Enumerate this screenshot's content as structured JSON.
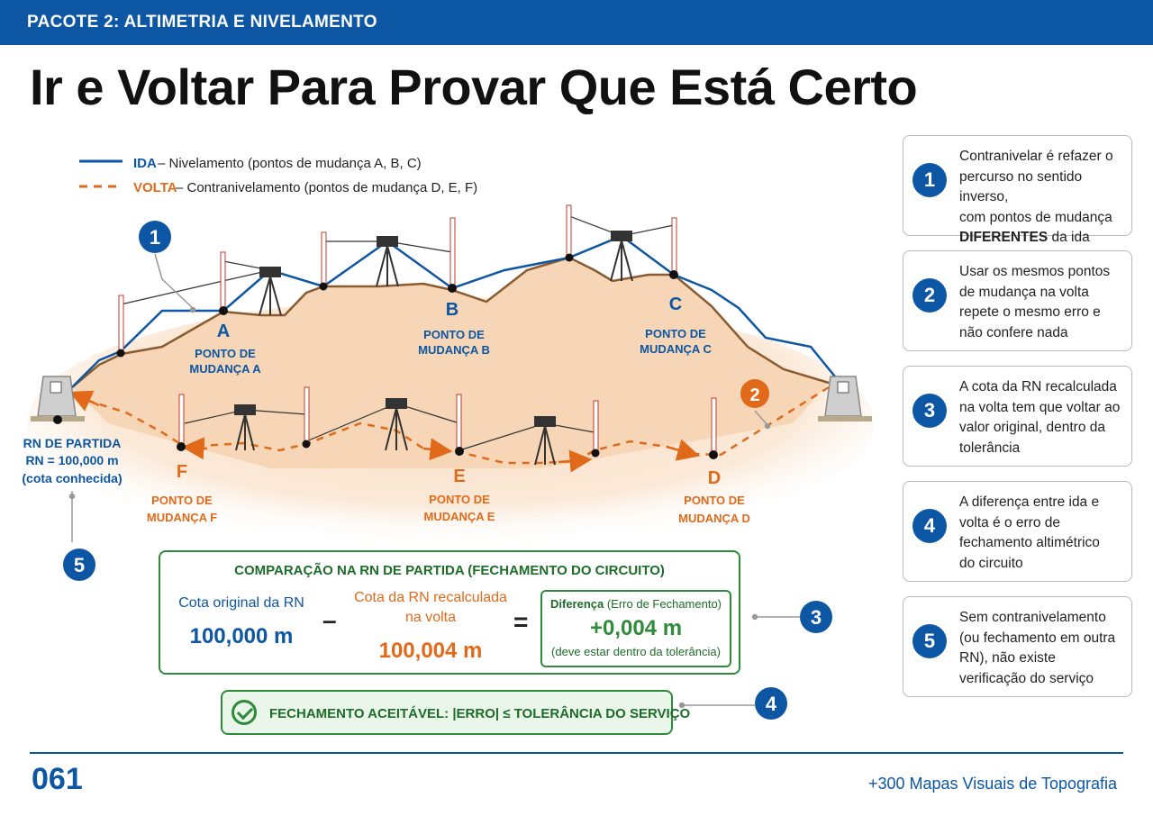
{
  "header": {
    "pack_label": "PACOTE 2: ALTIMETRIA E NIVELAMENTO"
  },
  "title": "Ir e Voltar Para Provar Que Está Certo",
  "legend": {
    "ida": {
      "name": "IDA",
      "desc": " – Nivelamento (pontos de mudança A, B, C)"
    },
    "volta": {
      "name": "VOLTA",
      "desc": " – Contranivelamento (pontos de mudança D, E, F)"
    }
  },
  "diagram": {
    "points": {
      "A": {
        "letter": "A",
        "label1": "PONTO DE",
        "label2": "MUDANÇA A"
      },
      "B": {
        "letter": "B",
        "label1": "PONTO DE",
        "label2": "MUDANÇA B"
      },
      "C": {
        "letter": "C",
        "label1": "PONTO DE",
        "label2": "MUDANÇA C"
      },
      "D": {
        "letter": "D",
        "label1": "PONTO DE",
        "label2": "MUDANÇA D"
      },
      "E": {
        "letter": "E",
        "label1": "PONTO DE",
        "label2": "MUDANÇA E"
      },
      "F": {
        "letter": "F",
        "label1": "PONTO DE",
        "label2": "MUDANÇA F"
      }
    },
    "rn": {
      "line1": "RN DE PARTIDA",
      "line2": "RN = 100,000 m",
      "line3": "(cota conhecida)"
    },
    "badges": [
      "1",
      "2",
      "3",
      "4",
      "5"
    ]
  },
  "cards": [
    {
      "num": "1",
      "l1": "Contranivelar é refazer o",
      "l2": "percurso no sentido inverso,",
      "l3": "com pontos de mudança",
      "l4_bold": "DIFERENTES",
      "l4_rest": " da ida"
    },
    {
      "num": "2",
      "l1": "Usar os mesmos pontos",
      "l2": "de mudança na volta",
      "l3": "repete o mesmo erro e",
      "l4": "não confere nada"
    },
    {
      "num": "3",
      "l1": "A cota da RN recalculada",
      "l2": "na volta tem que voltar ao",
      "l3": "valor original, dentro da",
      "l4": "tolerância"
    },
    {
      "num": "4",
      "l1": "A diferença entre ida e",
      "l2": "volta é o erro de",
      "l3": "fechamento altimétrico",
      "l4": "do circuito"
    },
    {
      "num": "5",
      "l1": "Sem contranivelamento",
      "l2": "(ou fechamento em outra",
      "l3": "RN), não existe",
      "l4": "verificação do serviço"
    }
  ],
  "comparison": {
    "title": "COMPARAÇÃO NA RN DE PARTIDA (FECHAMENTO DO CIRCUITO)",
    "original_label": "Cota original da RN",
    "original_value": "100,000 m",
    "minus": "–",
    "recalc_label1": "Cota da RN recalculada",
    "recalc_label2": "na volta",
    "recalc_value": "100,004 m",
    "equals": "=",
    "diff_label_bold": "Diferença",
    "diff_label_rest": " (Erro de Fechamento)",
    "diff_value": "+0,004 m",
    "diff_note": "(deve estar dentro da tolerância)"
  },
  "acceptance": {
    "text": "FECHAMENTO ACEITÁVEL:  |ERRO|  ≤  TOLERÂNCIA DO SERVIÇO"
  },
  "footer": {
    "page_number": "061",
    "series": "+300 Mapas Visuais de Topografia"
  },
  "colors": {
    "blue": "#0d56a3",
    "orange": "#e06a1a",
    "green": "#2e8b3a",
    "terrain": "#f7dcc0"
  }
}
